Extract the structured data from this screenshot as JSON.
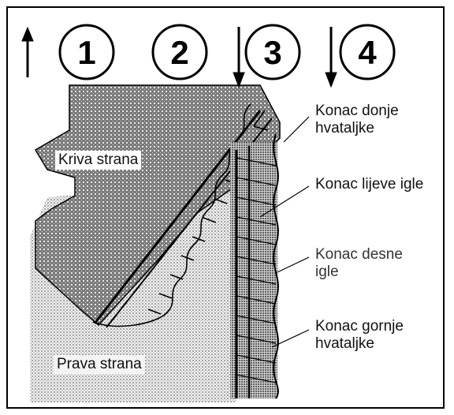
{
  "step_numbers": [
    {
      "number": "1",
      "arrow": "up"
    },
    {
      "number": "2",
      "arrow": "none"
    },
    {
      "number": "3",
      "arrow": "down"
    },
    {
      "number": "4",
      "arrow": "down"
    }
  ],
  "fabric": {
    "wrong_side_label": "Kriva strana",
    "right_side_label": "Prava strana"
  },
  "thread_labels": {
    "lower_looper": "Konac donje\nhvataljke",
    "left_needle": "Konac lijeve igle",
    "right_needle": "Konac desne\nigle",
    "upper_looper": "Konac gornje\nhvataljke"
  },
  "colors": {
    "ink": "#000000",
    "label_text": "#111111",
    "right_needle_label": "#333333"
  }
}
